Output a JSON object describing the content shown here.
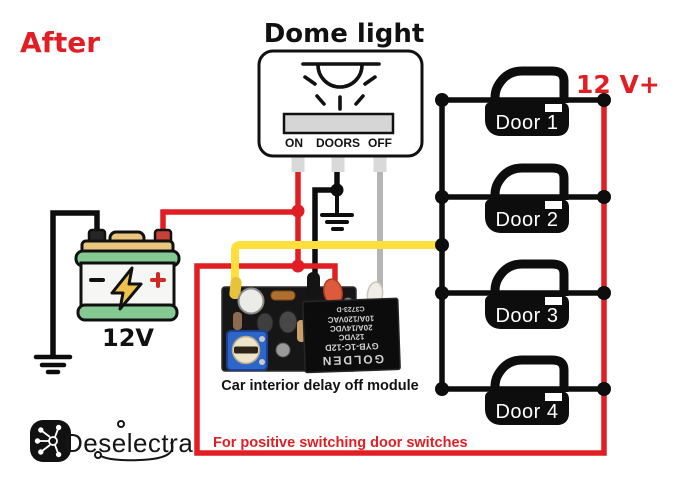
{
  "page": {
    "heading": "After"
  },
  "dome_light": {
    "title": "Dome light",
    "switch_labels": [
      "ON",
      "DOORS",
      "OFF"
    ]
  },
  "battery": {
    "voltage_label": "12V"
  },
  "power": {
    "supply_label": "12 V+"
  },
  "module": {
    "caption": "Car interior delay off module",
    "relay_label_lines": [
      "GOLDEN",
      "GYB-1C-12D",
      "12VDC",
      "20A/14VDC",
      "10A/120VAC",
      "C3723-D"
    ]
  },
  "doors": [
    {
      "label": "Door 1"
    },
    {
      "label": "Door 2"
    },
    {
      "label": "Door 3"
    },
    {
      "label": "Door 4"
    }
  ],
  "footer": {
    "brand": "Deselectra",
    "note": "For positive switching door switches"
  },
  "colors": {
    "accent_red": "#e01e24",
    "wire_yellow": "#ffdf3c",
    "wire_gray": "#b5b5b5",
    "wire_black": "#0d0d0d",
    "battery_green": "#85ca92",
    "battery_tan": "#eac57e"
  }
}
